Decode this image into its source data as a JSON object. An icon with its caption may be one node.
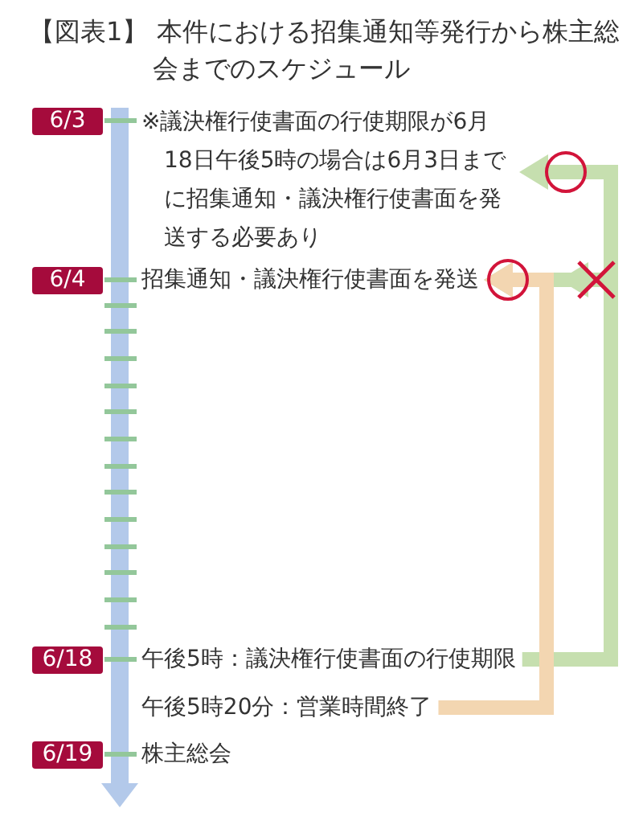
{
  "diagram": {
    "title": "【図表1】 本件における招集通知等発行から株主総会までのスケジュール",
    "nodes": [
      {
        "text": [
          "6/3"
        ]
      },
      {
        "text": [
          "※議決権行使書面の行使期限が6月18日午後5時の場合は6月3日までに招集通知・議決権行使書面を発送する必要あり"
        ]
      },
      {
        "text": [
          "6/4"
        ]
      },
      {
        "text": [
          "招集通知・議決権行使書面を発送"
        ]
      },
      {
        "text": [
          "6/18"
        ]
      },
      {
        "text": [
          "午後5時：議決権行使書面の行使期限"
        ]
      },
      {
        "text": [
          "午後5時20分：営業時間終了"
        ]
      },
      {
        "text": [
          "6/19"
        ]
      },
      {
        "text": [
          "株主総会"
        ]
      }
    ],
    "edges": [
      {
        "from": 5,
        "to": 1,
        "arrow": "to",
        "color": "#c6dfaf"
      },
      {
        "from": 5,
        "to": 3,
        "arrow": "to",
        "color": "#c6dfaf"
      },
      {
        "from": 6,
        "to": 3,
        "arrow": "to",
        "color": "#f3d6b1"
      }
    ]
  }
}
